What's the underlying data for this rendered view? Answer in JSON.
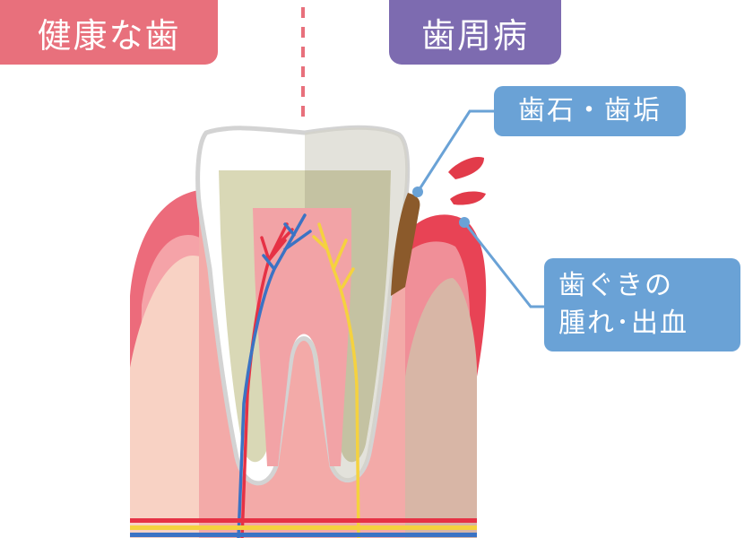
{
  "labels": {
    "healthy": "健康な歯",
    "periodontal": "歯周病"
  },
  "callouts": {
    "tartar": "歯石・歯垢",
    "gum_line1": "歯ぐきの",
    "gum_line2": "腫れ･出血"
  },
  "colors": {
    "healthy_tag": "#e8707c",
    "periodontal_tag": "#7d6bb0",
    "callout": "#6aa2d6",
    "gum_outer": "#ec6b7b",
    "gum_inner": "#f5a3a8",
    "bone": "#f8d2c4",
    "dentin": "#d9d8b6",
    "pulp": "#f2a3a6",
    "tartar": "#8b5a2b",
    "blood": "#e23b4a",
    "artery": "#e63245",
    "vein": "#3b73c4",
    "nerve": "#f5d23f"
  }
}
